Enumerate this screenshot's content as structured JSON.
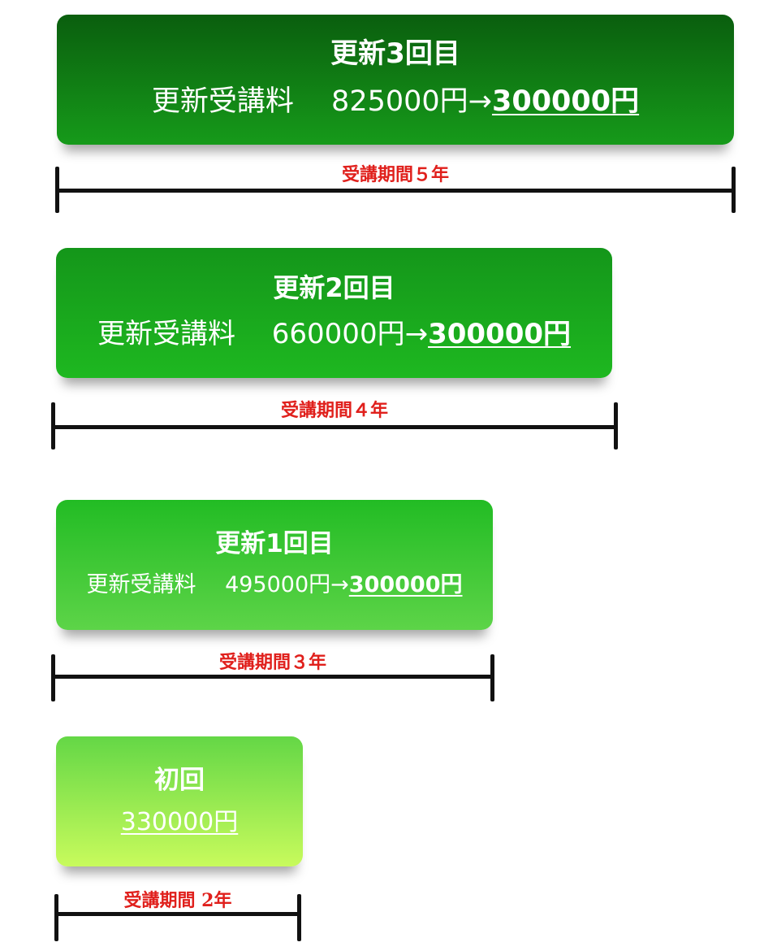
{
  "tiers": [
    {
      "title": "更新3回目",
      "fee_label": "更新受講料",
      "old_price": "825000円→",
      "new_price": "300000円",
      "period": "受講期間５年"
    },
    {
      "title": "更新2回目",
      "fee_label": "更新受講料",
      "old_price": "660000円→",
      "new_price": "300000円",
      "period": "受講期間４年"
    },
    {
      "title": "更新1回目",
      "fee_label": "更新受講料",
      "old_price": "495000円→",
      "new_price": "300000円",
      "period": "受講期間３年"
    },
    {
      "title": "初回",
      "new_price": "330000円",
      "period": "受講期間 2年"
    }
  ]
}
